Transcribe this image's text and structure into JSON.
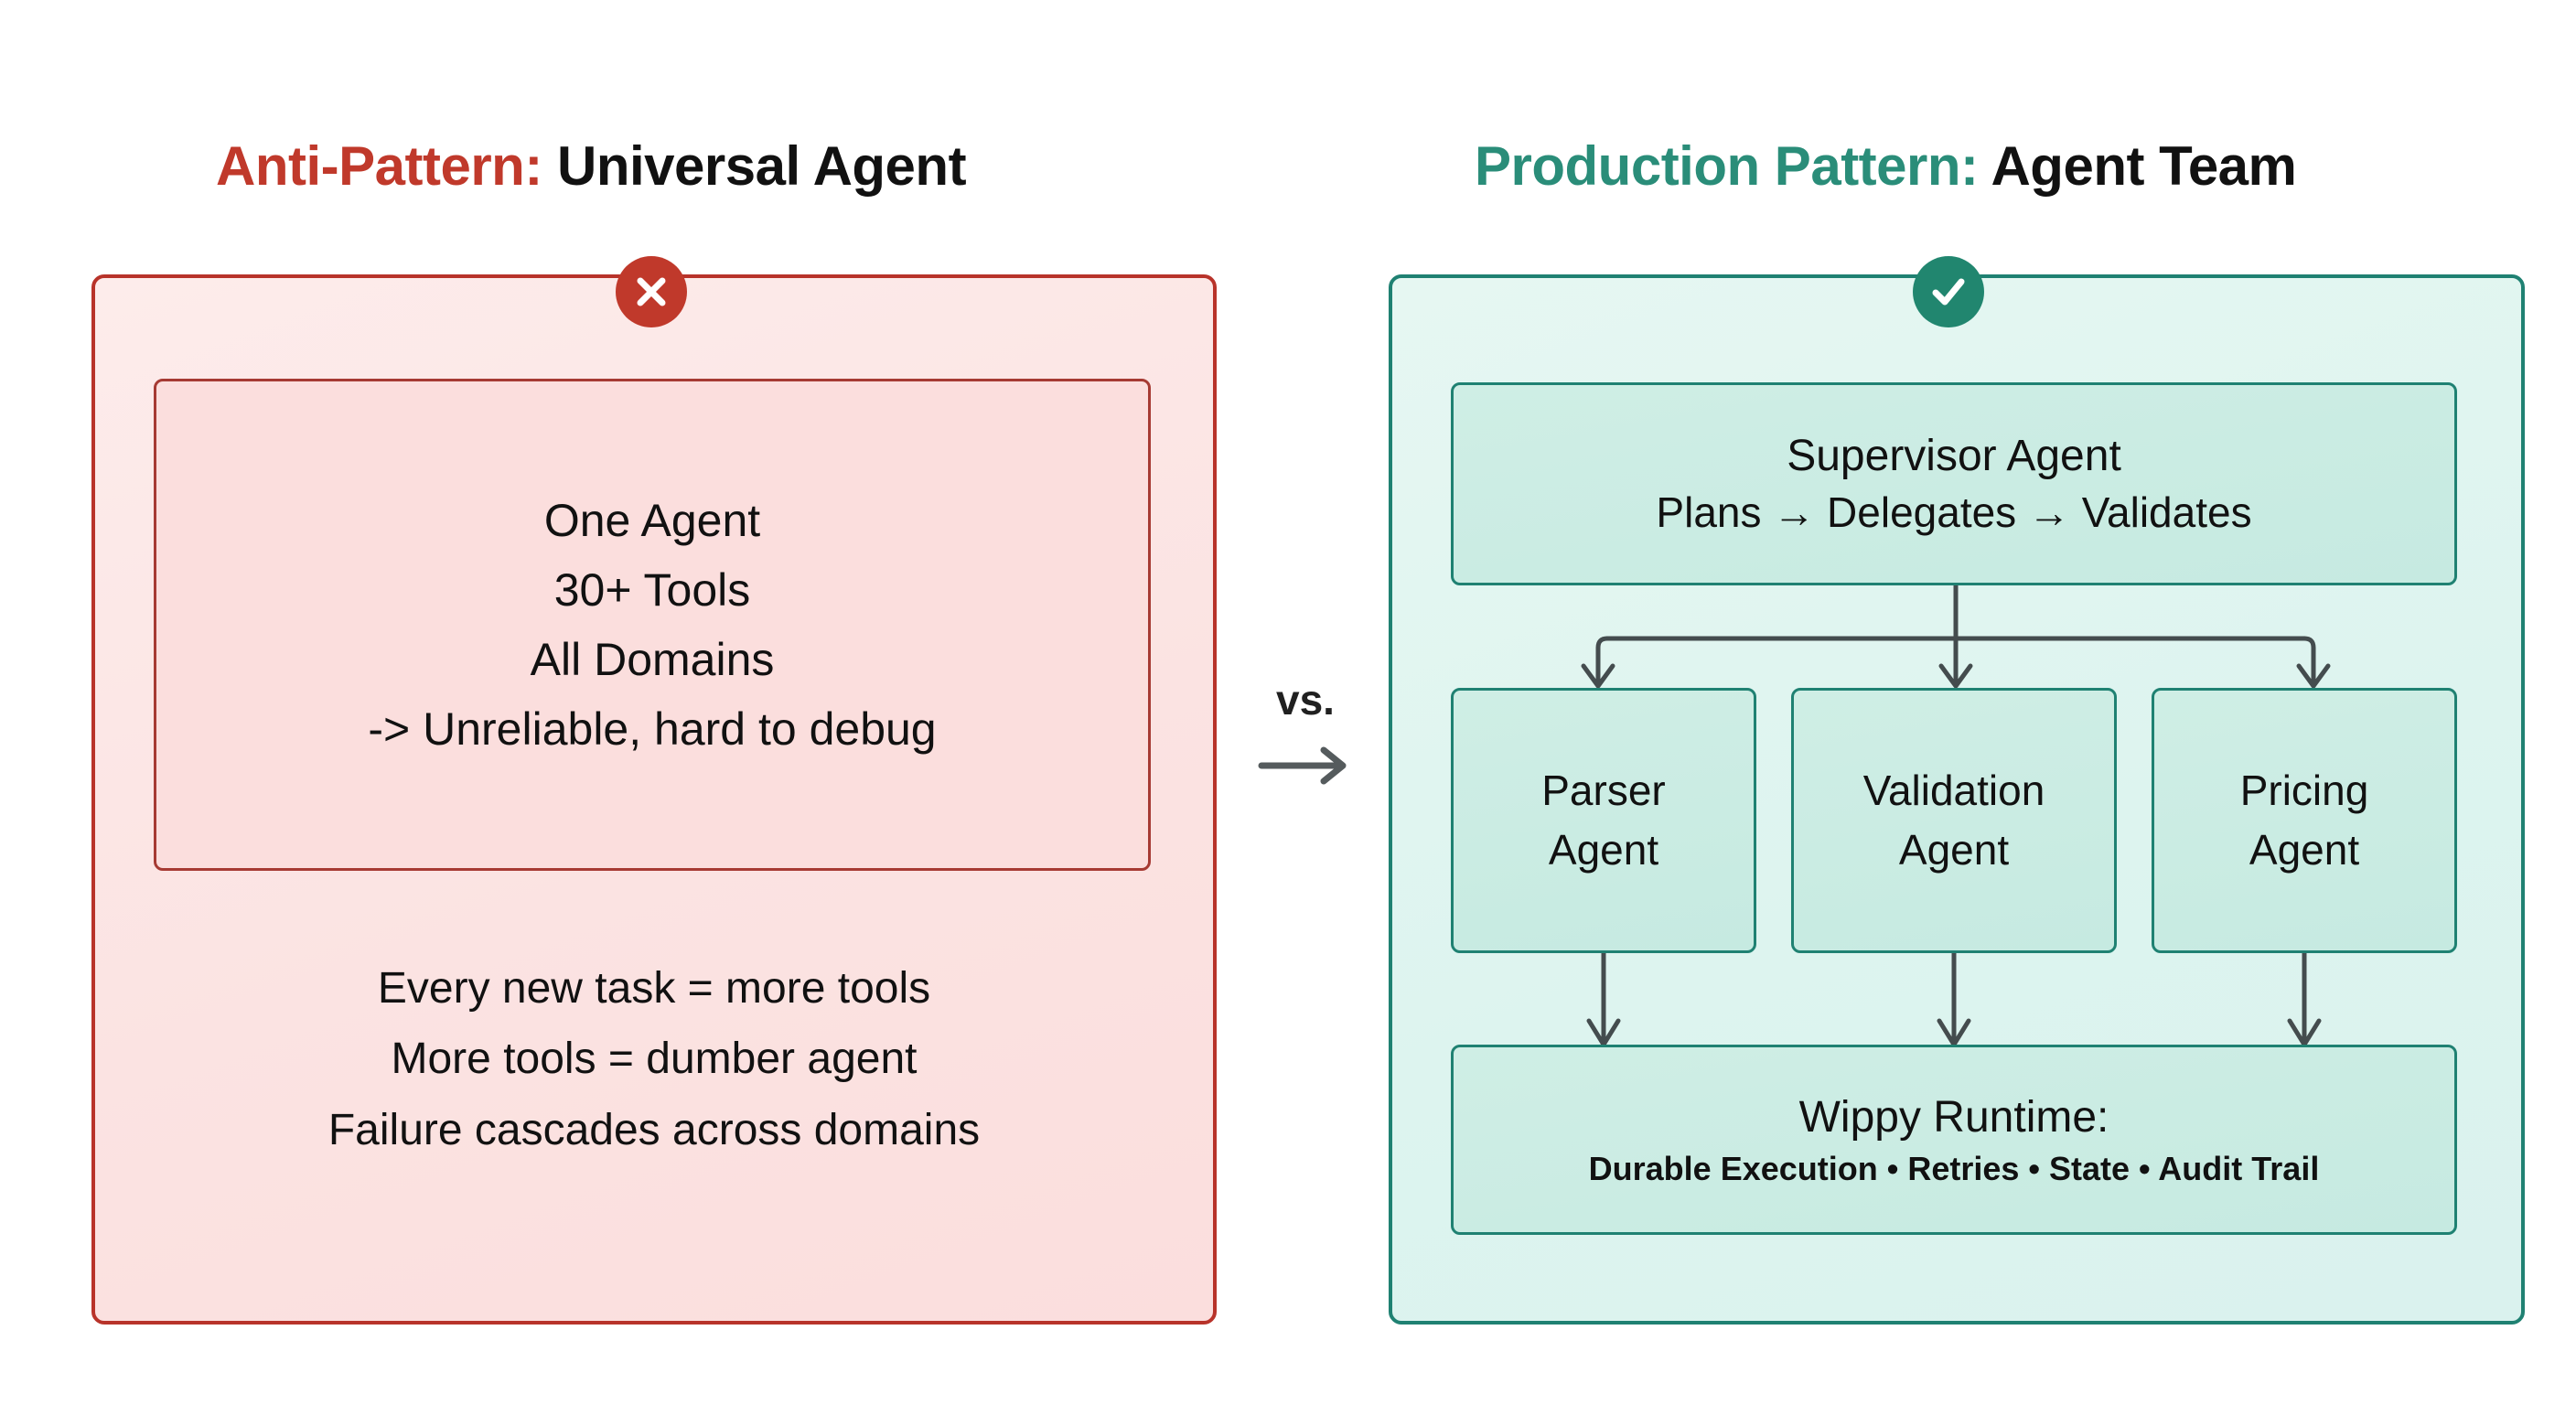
{
  "columns": {
    "left": {
      "title_accent": "Anti-Pattern:",
      "title_plain": "Universal Agent",
      "badge_icon": "cross-icon",
      "accent_color": "#c0392b",
      "inner_box_lines": [
        "One Agent",
        "30+ Tools",
        "All Domains",
        "-> Unreliable, hard to debug"
      ],
      "consequences": [
        "Every new task = more tools",
        "More tools = dumber agent",
        "Failure cascades across domains"
      ]
    },
    "right": {
      "title_accent": "Production Pattern:",
      "title_plain": "Agent Team",
      "badge_icon": "check-icon",
      "accent_color": "#2a8d79",
      "supervisor": {
        "title": "Supervisor Agent",
        "subtitle": "Plans → Delegates → Validates"
      },
      "agents": [
        {
          "line1": "Parser",
          "line2": "Agent"
        },
        {
          "line1": "Validation",
          "line2": "Agent"
        },
        {
          "line1": "Pricing",
          "line2": "Agent"
        }
      ],
      "runtime": {
        "title": "Wippy Runtime:",
        "features": "Durable Execution • Retries • State • Audit Trail"
      }
    }
  },
  "divider": {
    "label": "vs.",
    "arrow_icon": "right-arrow-icon"
  },
  "diagram_data": {
    "type": "comparison-flow",
    "nodes": [
      "Supervisor Agent",
      "Parser Agent",
      "Validation Agent",
      "Pricing Agent",
      "Wippy Runtime:"
    ],
    "edges": [
      {
        "from": "Supervisor Agent",
        "to": "Parser Agent"
      },
      {
        "from": "Supervisor Agent",
        "to": "Validation Agent"
      },
      {
        "from": "Supervisor Agent",
        "to": "Pricing Agent"
      },
      {
        "from": "Parser Agent",
        "to": "Wippy Runtime:"
      },
      {
        "from": "Validation Agent",
        "to": "Wippy Runtime:"
      },
      {
        "from": "Pricing Agent",
        "to": "Wippy Runtime:"
      }
    ],
    "connector_color": "#444c4e"
  }
}
